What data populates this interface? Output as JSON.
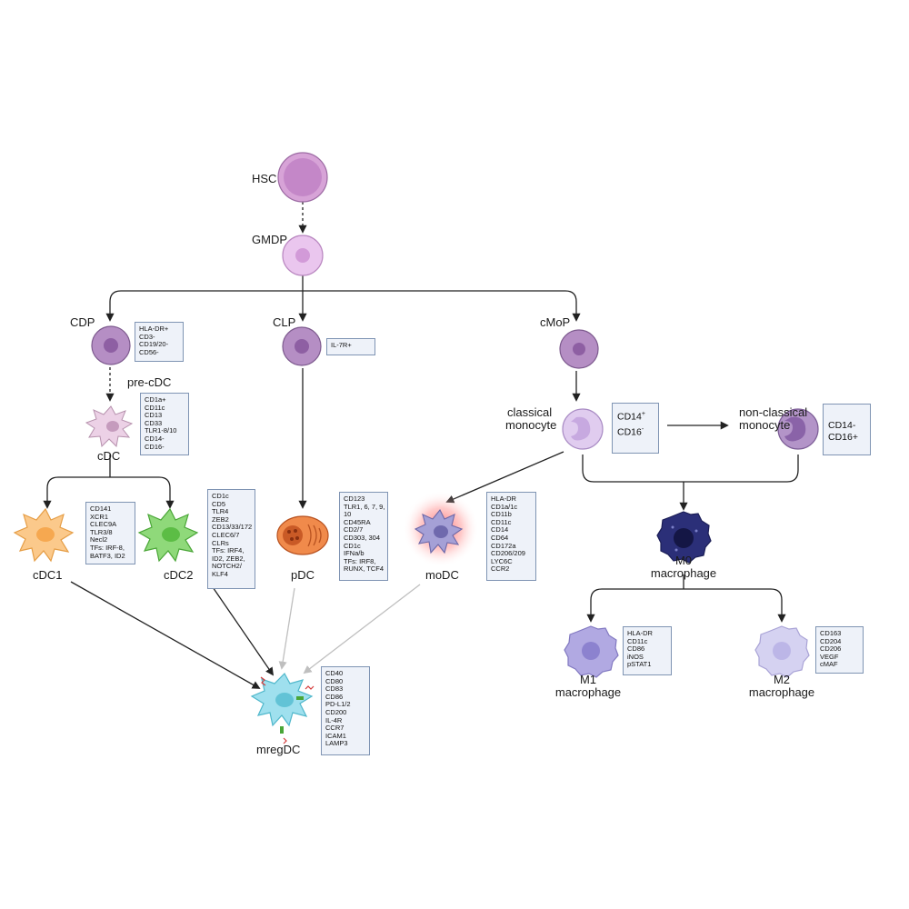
{
  "colors": {
    "arrow": "#222222",
    "arrow_light": "#bfbfbf",
    "box_border": "#7f94b3",
    "box_fill": "#eef2f9"
  },
  "cells": {
    "hsc": {
      "label": "HSC"
    },
    "gmdp": {
      "label": "GMDP"
    },
    "cdp": {
      "label": "CDP",
      "markers": [
        "HLA-DR+",
        "CD3-",
        "CD19/20-",
        "CD56-"
      ]
    },
    "clp": {
      "label": "CLP",
      "markers": [
        "IL-7R+"
      ]
    },
    "cmop": {
      "label": "cMoP"
    },
    "pre_cdc": {
      "label": "pre-cDC"
    },
    "cdc": {
      "label": "cDC",
      "markers": [
        "CD1a+",
        "CD11c",
        "CD13",
        "CD33",
        "TLR1-8/10",
        "CD14-",
        "CD16-"
      ]
    },
    "cdc1": {
      "label": "cDC1",
      "markers": [
        "CD141",
        "XCR1",
        "CLEC9A",
        "TLR3/8",
        "Necl2",
        "TFs: IRF-8,",
        "BATF3, ID2"
      ]
    },
    "cdc2": {
      "label": "cDC2",
      "markers": [
        "CD1c",
        "CD5",
        "TLR4",
        "ZEB2",
        "CD13/33/172",
        "CLEC6/7",
        "CLRs",
        "TFs: IRF4,",
        "ID2, ZEB2,",
        "NOTCH2/",
        "KLF4"
      ]
    },
    "pdc": {
      "label": "pDC",
      "markers": [
        "CD123",
        "TLR1, 6, 7, 9,",
        "10",
        "CD45RA",
        "CD2/7",
        "CD303, 304",
        "CD1c",
        "IFNa/b",
        "TFs: IRF8,",
        "RUNX, TCF4"
      ]
    },
    "modc": {
      "label": "moDC",
      "markers": [
        "HLA-DR",
        "CD1a/1c",
        "CD11b",
        "CD11c",
        "CD14",
        "CD64",
        "CD172a",
        "CD206/209",
        "LYC6C",
        "CCR2"
      ]
    },
    "classical_monocyte": {
      "label_line1": "classical",
      "label_line2": "monocyte",
      "markers_line1": "CD14",
      "markers_line1_sup": "+",
      "markers_line2": "CD16",
      "markers_line2_sup": "-"
    },
    "nonclassical_monocyte": {
      "label_line1": "non-classical",
      "label_line2": "monocyte",
      "markers": [
        "CD14-",
        "CD16+"
      ]
    },
    "m0": {
      "label_line1": "M0",
      "label_line2": "macrophage"
    },
    "m1": {
      "label_line1": "M1",
      "label_line2": "macrophage",
      "markers": [
        "HLA-DR",
        "CD11c",
        "CD86",
        "iNOS",
        "pSTAT1"
      ]
    },
    "m2": {
      "label_line1": "M2",
      "label_line2": "macrophage",
      "markers": [
        "CD163",
        "CD204",
        "CD206",
        "VEGF",
        "cMAF"
      ]
    },
    "mregdc": {
      "label": "mregDC",
      "markers": [
        "CD40",
        "CD80",
        "CD83",
        "CD86",
        "PD-L1/2",
        "CD200",
        "IL-4R",
        "CCR7",
        "ICAM1",
        "LAMP3"
      ]
    }
  }
}
